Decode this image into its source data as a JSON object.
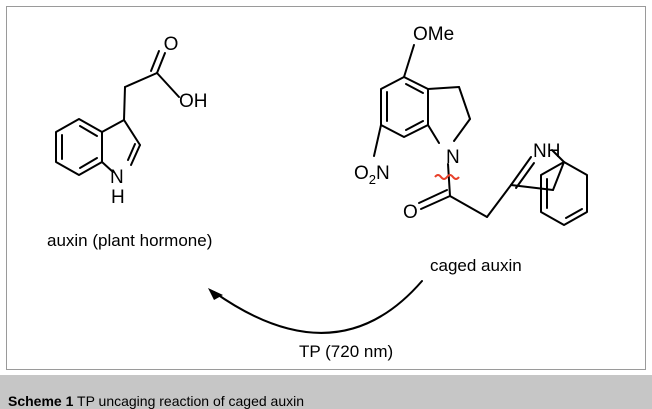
{
  "scheme": {
    "auxin_name": "auxin (plant hormone)",
    "caged_name": "caged auxin",
    "arrow_label": "TP (720 nm)",
    "atoms": {
      "methoxy": "OMe",
      "hydroxyl": "OH",
      "carbonyl_oxygen": "O",
      "indole_nh_left": "N",
      "indole_h_left": "H",
      "nitrogen_caged": "N",
      "nitro_o": "O",
      "nitro_sub": "2",
      "nitro_n": "N",
      "amide_oxygen": "O",
      "indole_nh_right": "NH"
    },
    "colors": {
      "bond": "#000000",
      "cleavage_mark": "#e8402a",
      "frame_border": "#9a9a9a",
      "caption_background": "#c6c6c6"
    }
  },
  "caption": {
    "label": "Scheme 1",
    "text": " TP uncaging reaction of caged auxin"
  }
}
